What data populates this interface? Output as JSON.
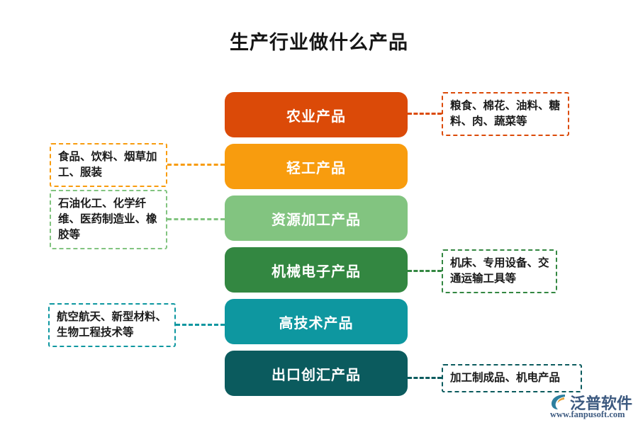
{
  "page": {
    "title": "生产行业做什么产品",
    "background_color": "#ffffff"
  },
  "diagram": {
    "type": "category-list-with-callouts",
    "nodes": [
      {
        "id": "agriculture",
        "label": "农业产品",
        "color": "#db4a08",
        "note": "粮食、棉花、油料、糖料、肉、蔬菜等",
        "note_side": "right"
      },
      {
        "id": "light-industry",
        "label": "轻工产品",
        "color": "#f89c0e",
        "note": "食品、饮料、烟草加工、服装",
        "note_side": "left"
      },
      {
        "id": "resource-processing",
        "label": "资源加工产品",
        "color": "#82c480",
        "note": "石油化工、化学纤维、医药制造业、橡胶等",
        "note_side": "left"
      },
      {
        "id": "machinery-electronics",
        "label": "机械电子产品",
        "color": "#338741",
        "note": "机床、专用设备、交通运输工具等",
        "note_side": "right"
      },
      {
        "id": "high-tech",
        "label": "高技术产品",
        "color": "#0e97a0",
        "note": "航空航天、新型材料、生物工程技术等",
        "note_side": "left"
      },
      {
        "id": "export-earning",
        "label": "出口创汇产品",
        "color": "#0b5b5e",
        "note": "加工制成品、机电产品",
        "note_side": "right"
      }
    ]
  },
  "branding": {
    "name": "泛普软件",
    "url": "www.fanpusoft.com",
    "mark_color_primary": "#2d7f9e",
    "mark_color_accent": "#e8a33d",
    "text_color": "#3d5a80"
  }
}
